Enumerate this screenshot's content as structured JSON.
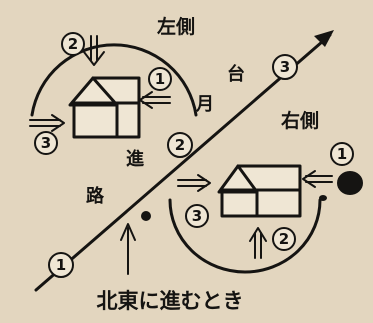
{
  "labels": {
    "left_side": "左側",
    "right_side": "右側",
    "road_chars": [
      "進",
      "路"
    ],
    "platform_chars": [
      "月",
      "台"
    ],
    "caption": "北東に進むとき"
  },
  "markers": {
    "route_1": "1",
    "route_2": "2",
    "route_3": "3",
    "upper_house_top": "2",
    "upper_house_right": "1",
    "upper_house_left": "3",
    "lower_house_right": "1",
    "lower_house_left": "3",
    "lower_house_bottom": "2"
  }
}
